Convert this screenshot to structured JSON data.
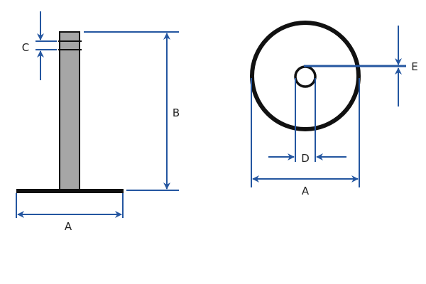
{
  "colors": {
    "dimension": "#2456a0",
    "outline": "#111111",
    "post_fill": "#a6a6a6"
  },
  "side_view": {
    "label_a": "A",
    "label_b": "B",
    "label_c": "C"
  },
  "top_view": {
    "label_a": "A",
    "label_d": "D",
    "label_e": "E"
  }
}
